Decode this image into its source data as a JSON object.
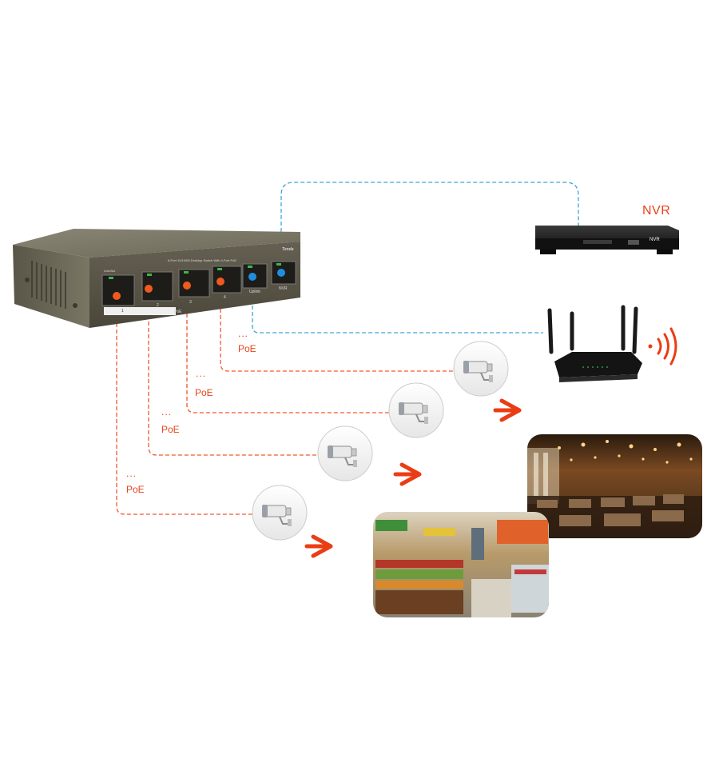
{
  "nvr": {
    "label": "NVR",
    "face_text": "NVR"
  },
  "switch": {
    "brand": "Tenda",
    "model_text": "6-Port 10/100M Desktop Switch With 4-Port PoE",
    "lnk_act": "Link/Act",
    "port_numbers": [
      "1",
      "2",
      "3",
      "4"
    ],
    "poe_marker": "PoE",
    "uplink_labels": [
      "Uplink",
      "NVR"
    ]
  },
  "branches": [
    {
      "dots": "...",
      "label": "PoE"
    },
    {
      "dots": "...",
      "label": "PoE"
    },
    {
      "dots": "...",
      "label": "PoE"
    },
    {
      "dots": "...",
      "label": "PoE"
    }
  ],
  "colors": {
    "poe_line": "#f0582e",
    "uplink_line": "#3aa6d8",
    "arrow": "#ea3d15",
    "label": "#e8441c",
    "switch_body": "#5b5648",
    "port_led_blue": "#1e8fe0",
    "port_led_orange": "#f05a1e"
  },
  "icons": [
    "camera-icon",
    "wifi-signal-icon",
    "arrow-right-icon"
  ]
}
